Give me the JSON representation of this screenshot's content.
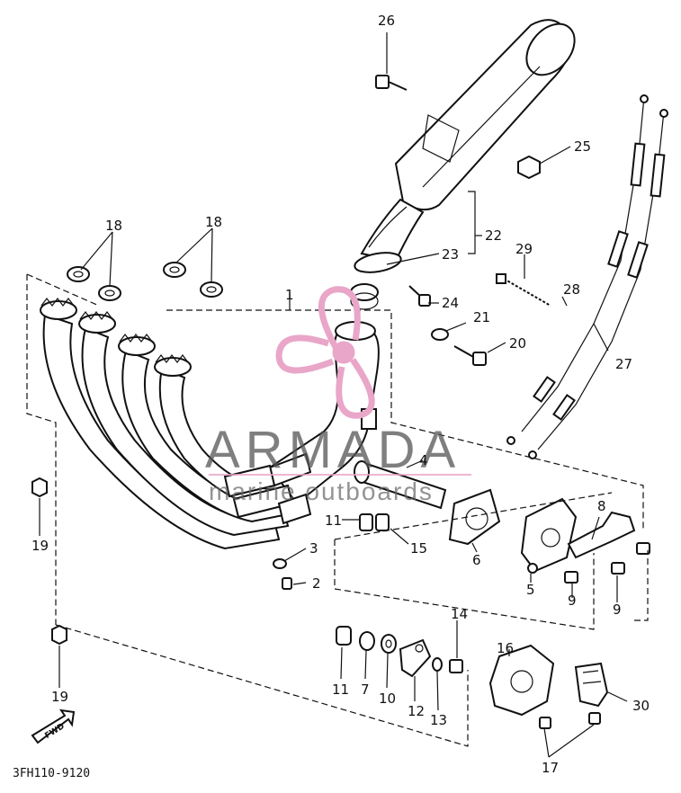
{
  "diagram_code": "3FH110-9120",
  "watermark": {
    "brand": "ARMADA",
    "tagline": "marine outboards",
    "color": "#e9a6c8"
  },
  "fwd_label": "FWD",
  "callouts": [
    {
      "id": "c1",
      "label": "1"
    },
    {
      "id": "c2",
      "label": "2"
    },
    {
      "id": "c3",
      "label": "3"
    },
    {
      "id": "c4",
      "label": "4"
    },
    {
      "id": "c5",
      "label": "5"
    },
    {
      "id": "c6",
      "label": "6"
    },
    {
      "id": "c7",
      "label": "7"
    },
    {
      "id": "c8",
      "label": "8"
    },
    {
      "id": "c9a",
      "label": "9"
    },
    {
      "id": "c9b",
      "label": "9"
    },
    {
      "id": "c10",
      "label": "10"
    },
    {
      "id": "c11a",
      "label": "11"
    },
    {
      "id": "c11b",
      "label": "11"
    },
    {
      "id": "c12",
      "label": "12"
    },
    {
      "id": "c13",
      "label": "13"
    },
    {
      "id": "c14",
      "label": "14"
    },
    {
      "id": "c15",
      "label": "15"
    },
    {
      "id": "c16",
      "label": "16"
    },
    {
      "id": "c17",
      "label": "17"
    },
    {
      "id": "c18a",
      "label": "18"
    },
    {
      "id": "c18b",
      "label": "18"
    },
    {
      "id": "c19a",
      "label": "19"
    },
    {
      "id": "c19b",
      "label": "19"
    },
    {
      "id": "c20",
      "label": "20"
    },
    {
      "id": "c21",
      "label": "21"
    },
    {
      "id": "c22",
      "label": "22"
    },
    {
      "id": "c23",
      "label": "23"
    },
    {
      "id": "c24",
      "label": "24"
    },
    {
      "id": "c25",
      "label": "25"
    },
    {
      "id": "c26",
      "label": "26"
    },
    {
      "id": "c27",
      "label": "27"
    },
    {
      "id": "c28",
      "label": "28"
    },
    {
      "id": "c29",
      "label": "29"
    },
    {
      "id": "c30",
      "label": "30"
    }
  ]
}
